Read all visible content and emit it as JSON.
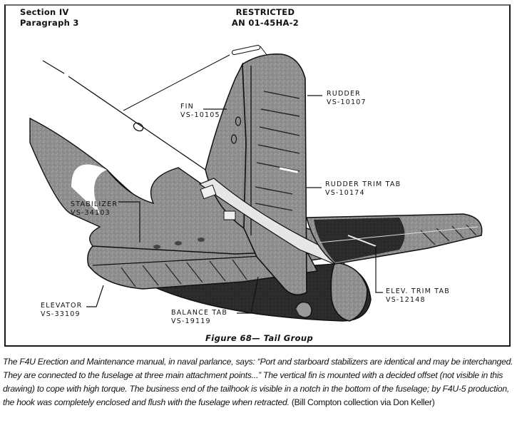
{
  "page_header": {
    "section": "Section IV",
    "paragraph": "Paragraph 3",
    "classification": "RESTRICTED",
    "document_number": "AN 01-45HA-2"
  },
  "figure": {
    "title": "Figure 68— Tail Group",
    "callouts": [
      {
        "name": "FIN",
        "part": "VS-10105"
      },
      {
        "name": "RUDDER",
        "part": "VS-10107"
      },
      {
        "name": "RUDDER TRIM TAB",
        "part": "VS-10174"
      },
      {
        "name": "STABILIZER",
        "part": "VS-34103"
      },
      {
        "name": "ELEVATOR",
        "part": "VS-33109"
      },
      {
        "name": "BALANCE TAB",
        "part": "VS-19119"
      },
      {
        "name": "ELEV. TRIM TAB",
        "part": "VS-12148"
      }
    ]
  },
  "caption": {
    "text": "The F4U Erection and Maintenance manual, in naval parlance, says: “Port and starboard stabilizers are identical and may be interchanged. They are connected to the fuselage at three main attachment points...” The vertical fin is mounted with a decided offset (not visible in this drawing) to cope with high torque. The business end of the tailhook is visible in a notch in the bottom of the fuselage; by F4U-5 production, the hook was completely enclosed and flush with the fuselage when retracted.",
    "credit": "(Bill Compton collection via Don Keller)"
  }
}
